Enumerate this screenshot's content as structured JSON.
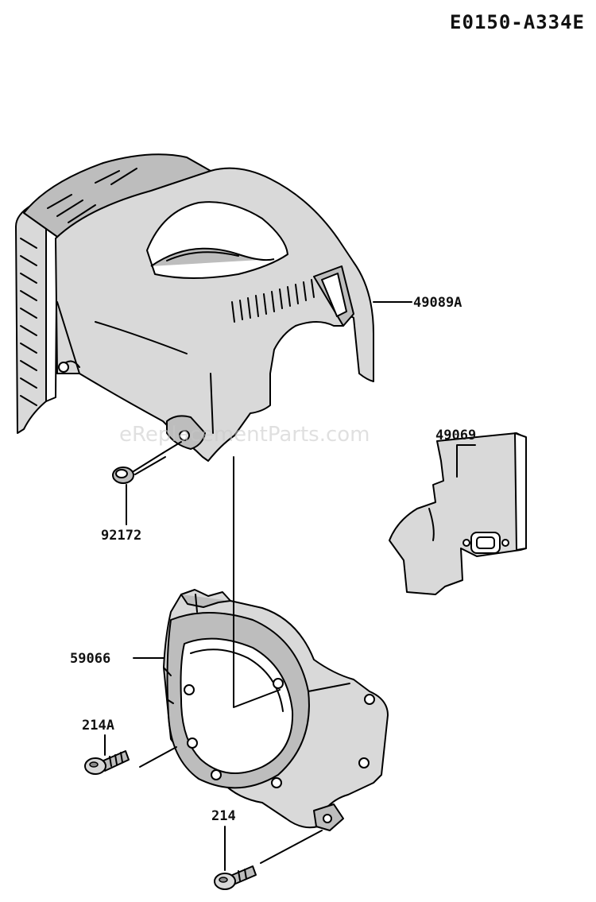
{
  "diagram_code": "E0150-A334E",
  "watermark": "eReplacementParts.com",
  "parts": {
    "cover": "49089A",
    "plate": "49069",
    "bolt_cover": "92172",
    "housing": "59066",
    "screw_left": "214A",
    "screw_bottom": "214"
  }
}
